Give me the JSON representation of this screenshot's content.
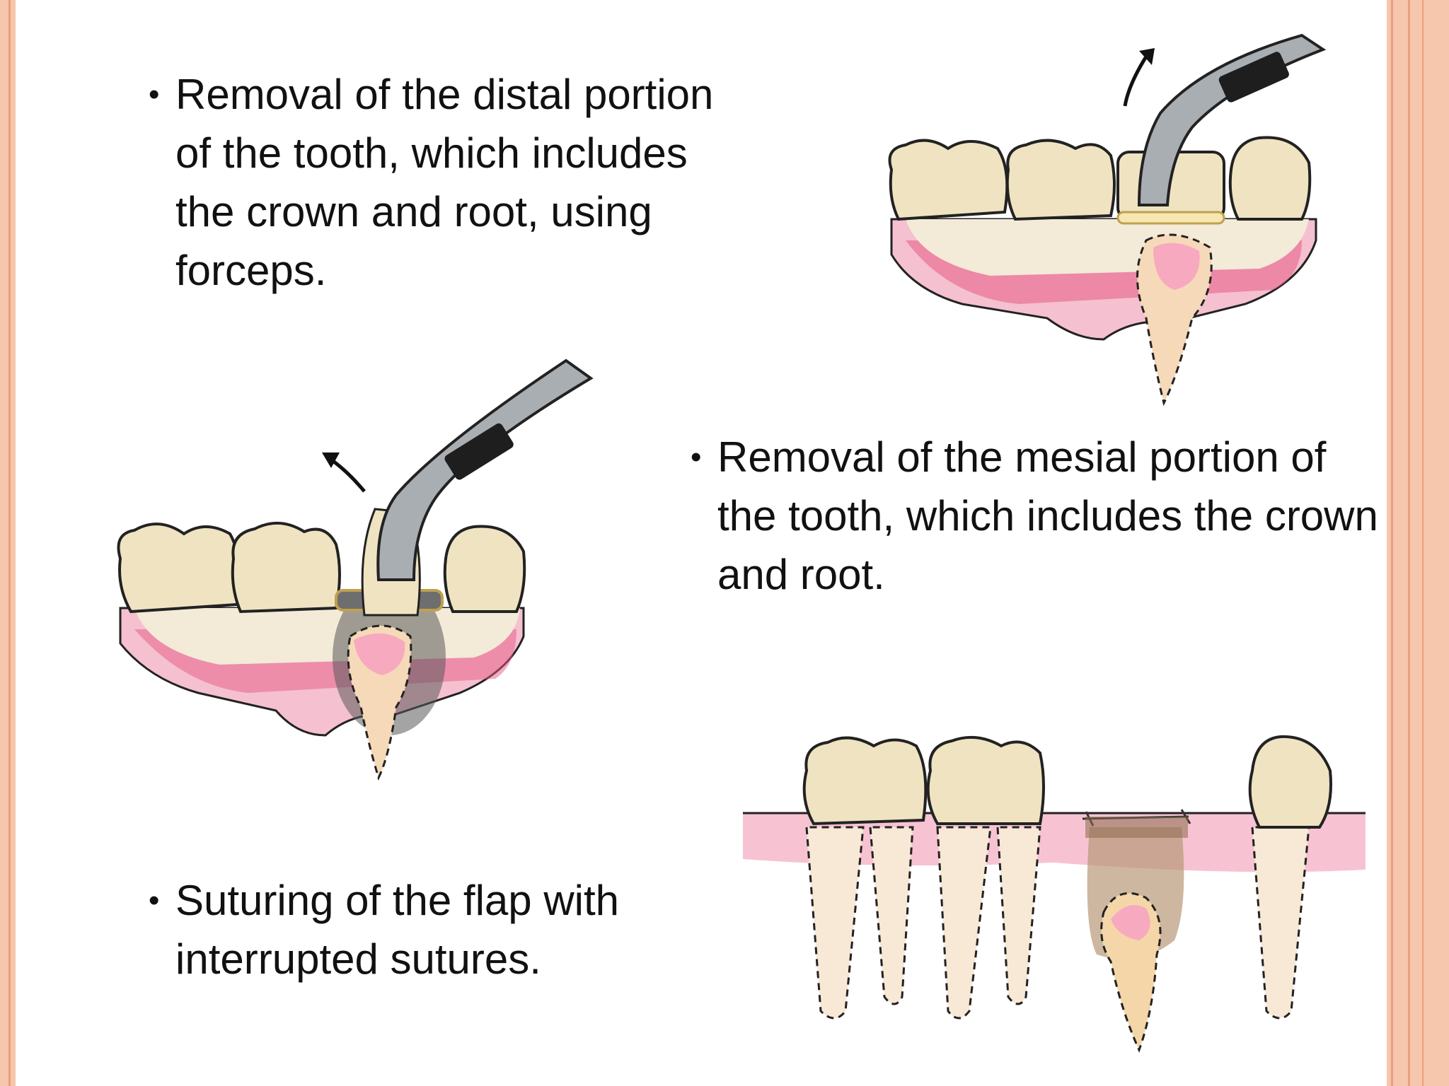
{
  "bullets": [
    {
      "marker": "•",
      "text": "Removal of the distal portion of the tooth, which includes the crown and root, using forceps."
    },
    {
      "marker": "•",
      "text": "Removal of the mesial portion of the tooth, which includes the crown and root."
    },
    {
      "marker": "•",
      "text": "Suturing of the flap with interrupted sutures."
    }
  ],
  "colors": {
    "frame": "#f6c6ad",
    "frame_line": "#e8a07e",
    "gum": "#f5b8c8",
    "gum_dark": "#e0507a",
    "tooth": "#efe3c2",
    "root": "#f6d9b8",
    "instrument": "#a9aeb3",
    "text": "#111111"
  },
  "icons": [
    "forceps-icon",
    "arrow-up-icon",
    "tooth-icon",
    "suture-icon"
  ]
}
